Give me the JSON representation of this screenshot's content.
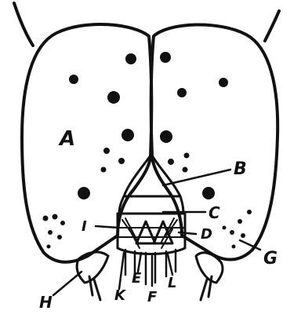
{
  "labels": {
    "A": "A",
    "B": "B",
    "C": "C",
    "D": "D",
    "E": "E",
    "F": "F",
    "G": "G",
    "H": "H",
    "I": "I",
    "K": "K",
    "L": "L"
  },
  "colors": {
    "ink": "#111111",
    "paper": "#ffffff"
  }
}
